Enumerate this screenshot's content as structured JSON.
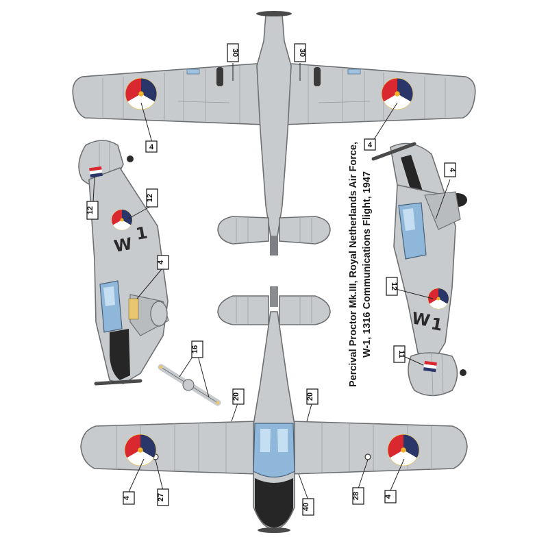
{
  "caption": {
    "line1": "Percival Proctor Mk.III, Royal Netherlands Air Force,",
    "line2": "W-1, 1316 Communications Flight, 1947"
  },
  "codes": {
    "left": "W",
    "right": "1"
  },
  "callouts": {
    "c_top_left_4": "4",
    "c_top_right_4": "4",
    "c_top_left_30": "30",
    "c_top_right_30": "30",
    "c_left_12_flag": "12",
    "c_left_12_roundel": "12",
    "c_left_4": "4",
    "c_right_4": "4",
    "c_right_12": "12",
    "c_right_11": "11",
    "c_prop_16": "16",
    "c_bottom_left_20": "20",
    "c_bottom_right_20": "20",
    "c_bottom_left_4": "4",
    "c_bottom_left_27": "27",
    "c_bottom_40": "40",
    "c_bottom_right_28": "28",
    "c_bottom_right_4": "4"
  },
  "colors": {
    "aircraft_grey": "#c8cbcd",
    "roundel_red": "#d9282f",
    "roundel_white": "#ffffff",
    "roundel_blue": "#2a3569",
    "roundel_yellow_center": "#f2b22a",
    "glass_blue": "#8fb7d9"
  }
}
